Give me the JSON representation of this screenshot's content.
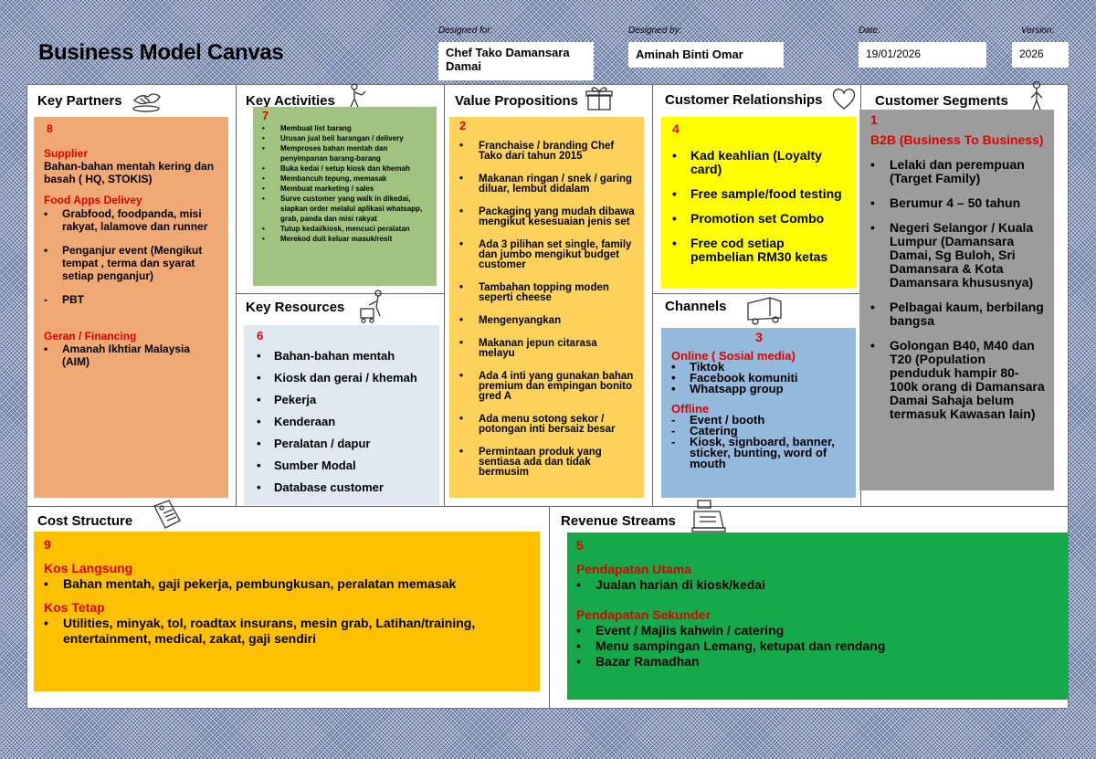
{
  "header": {
    "title": "Business Model Canvas",
    "designed_for_label": "Designed for:",
    "designed_for": "Chef Tako Damansara Damai",
    "designed_by_label": "Designed by:",
    "designed_by": "Aminah Binti Omar",
    "date_label": "Date:",
    "date": "19/01/2026",
    "version_label": "Version:",
    "version": "2026"
  },
  "key_partners": {
    "title": "Key Partners",
    "number": "8",
    "supplier_heading": "Supplier",
    "supplier_text": "Bahan-bahan mentah kering dan basah ( HQ, STOKIS)",
    "food_apps_heading": "Food Apps Delivey",
    "food_apps_items": [
      "Grabfood, foodpanda, misi rakyat, lalamove dan runner",
      "Penganjur event (Mengikut tempat , terma dan syarat setiap penganjur)"
    ],
    "pbt": "PBT",
    "geran_heading": "Geran / Financing",
    "geran_items": [
      "Amanah Ikhtiar Malaysia (AIM)"
    ]
  },
  "key_activities": {
    "title": "Key Activities",
    "number": "7",
    "items": [
      "Membuat list barang",
      "Urusan jual beli barangan / delivery",
      "Memproses bahan mentah dan penyimpanan barang-barang",
      "Buka kedai / setup kiosk dan khemah",
      "Membancuh tepung, memasak",
      "Membuat marketing / sales",
      "Surve customer yang walk in dikedai, siapkan order melalui aplikasi whatsapp, grab, panda dan misi rakyat",
      "Tutup kedai/kiosk, mencuci peralatan",
      "Merekod duit keluar masuk/resit"
    ]
  },
  "key_resources": {
    "title": "Key Resources",
    "number": "6",
    "items": [
      "Bahan-bahan mentah",
      "Kiosk dan gerai / khemah",
      "Pekerja",
      "Kenderaan",
      "Peralatan / dapur",
      "Sumber Modal",
      "Database customer"
    ]
  },
  "value_propositions": {
    "title": "Value Propositions",
    "number": "2",
    "items": [
      "Franchaise / branding Chef Tako dari tahun 2015",
      "Makanan ringan / snek / garing diluar, lembut didalam",
      "Packaging yang mudah dibawa mengikut kesesuaian jenis set",
      "Ada 3 pilihan set single, family dan jumbo mengikut budget customer",
      "Tambahan topping moden seperti cheese",
      "Mengenyangkan",
      "Makanan jepun citarasa melayu",
      "Ada 4 inti yang gunakan bahan premium dan empingan bonito gred A",
      "Ada menu sotong sekor / potongan inti bersaiz besar",
      "Permintaan produk yang sentiasa ada dan tidak bermusim"
    ]
  },
  "customer_relationships": {
    "title": "Customer Relationships",
    "number": "4",
    "items": [
      "Kad keahlian (Loyalty card)",
      "Free sample/food testing",
      "Promotion set Combo",
      "Free cod setiap pembelian RM30 ketas"
    ]
  },
  "channels": {
    "title": "Channels",
    "number": "3",
    "online_heading": "Online ( Sosial media)",
    "online_items": [
      "Tiktok",
      "Facebook komuniti",
      "Whatsapp group"
    ],
    "offline_heading": "Offline",
    "offline_items": [
      "Event / booth",
      "Catering",
      "Kiosk, signboard, banner, sticker, bunting, word of mouth"
    ]
  },
  "customer_segments": {
    "title": "Customer Segments",
    "number": "1",
    "heading": "B2B (Business To Business)",
    "items": [
      "Lelaki dan perempuan (Target Family)",
      "Berumur 4 – 50 tahun",
      "Negeri Selangor / Kuala Lumpur (Damansara Damai, Sg Buloh, Sri Damansara & Kota Damansara khususnya)",
      "Pelbagai kaum, berbilang bangsa",
      "Golongan B40, M40 dan T20 (Population penduduk hampir 80-100k orang di Damansara Damai Sahaja belum termasuk Kawasan lain)"
    ]
  },
  "cost_structure": {
    "title": "Cost Structure",
    "number": "9",
    "kos_langsung_heading": "Kos Langsung",
    "kos_langsung_items": [
      "Bahan mentah, gaji pekerja, pembungkusan, peralatan memasak"
    ],
    "kos_tetap_heading": "Kos Tetap",
    "kos_tetap_items": [
      "Utilities, minyak, tol, roadtax insurans, mesin grab,  Latihan/training, entertainment, medical, zakat, gaji sendiri"
    ]
  },
  "revenue_streams": {
    "title": "Revenue Streams",
    "number": "5",
    "utama_heading": "Pendapatan Utama",
    "utama_items": [
      "Jualan harian di kiosk/kedai"
    ],
    "sekunder_heading": "Pendapatan Sekunder",
    "sekunder_items": [
      "Event / Majlis kahwin / catering",
      "Menu sampingan Lemang, ketupat dan rendang",
      "Bazar Ramadhan"
    ]
  },
  "colors": {
    "key_partners_bg": "#f0a874",
    "key_activities_bg": "#9fc47f",
    "key_resources_bg": "#dde8f1",
    "value_propositions_bg": "#fcd25a",
    "customer_relationships_bg": "#ffff00",
    "channels_bg": "#94b9dc",
    "customer_segments_bg": "#9c9c9c",
    "cost_structure_bg": "#ffc000",
    "revenue_streams_bg": "#16a94c",
    "accent_red": "#e00000"
  }
}
